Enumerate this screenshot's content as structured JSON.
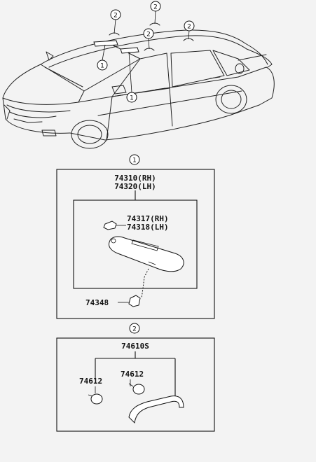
{
  "callouts": {
    "one": "1",
    "two": "2"
  },
  "group1": {
    "part_rh": "74310(RH)",
    "part_lh": "74320(LH)",
    "sub_rh": "74317(RH)",
    "sub_lh": "74318(LH)",
    "clip": "74348"
  },
  "group2": {
    "assembly": "74610S",
    "cap_left": "74612",
    "cap_right": "74612"
  }
}
